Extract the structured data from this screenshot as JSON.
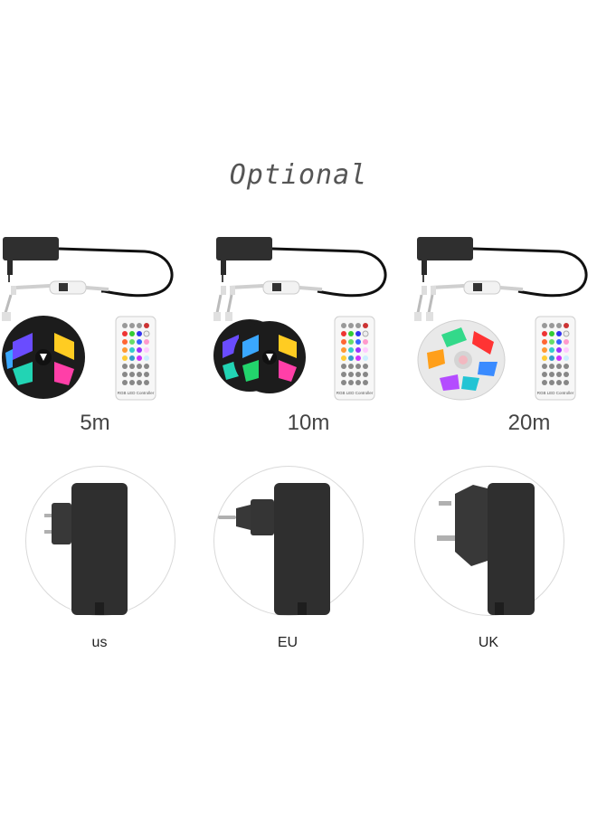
{
  "title": "Optional",
  "kits": [
    {
      "length": "5m",
      "remote_text": "RGB LED Controller"
    },
    {
      "length": "10m",
      "remote_text": "RGB LED Controller"
    },
    {
      "length": "20m",
      "remote_text": "RGB LED Controller"
    }
  ],
  "plugs": [
    {
      "label": "us"
    },
    {
      "label": "EU"
    },
    {
      "label": "UK"
    }
  ],
  "colors": {
    "adapter": "#2f2f2f",
    "strip_dark": "#1c1c1c",
    "strip_white": "#e9e9e9"
  }
}
